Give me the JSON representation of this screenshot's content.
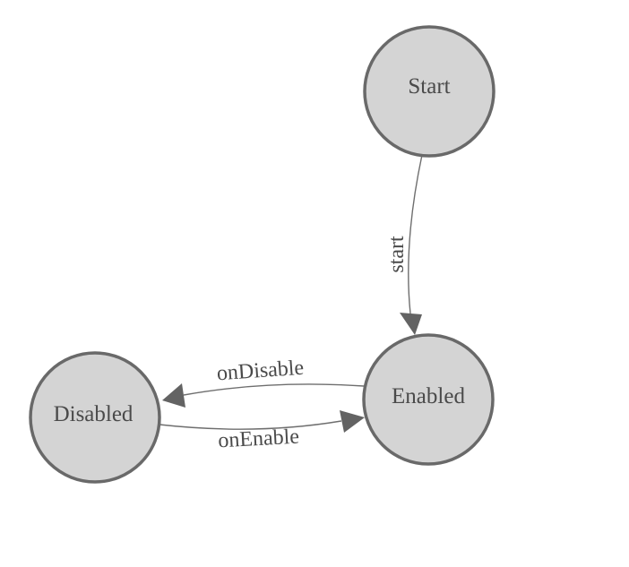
{
  "diagram": {
    "type": "state-machine",
    "background": "#ffffff",
    "colors": {
      "node_fill": "#d4d4d4",
      "node_stroke": "#696969",
      "edge_stroke": "#6e6e6e",
      "arrow_fill": "#636363",
      "label_text": "#4a4a4a"
    },
    "nodes": [
      {
        "id": "Start",
        "label": "Start"
      },
      {
        "id": "Enabled",
        "label": "Enabled"
      },
      {
        "id": "Disabled",
        "label": "Disabled"
      }
    ],
    "edges": [
      {
        "from": "Start",
        "to": "Enabled",
        "label": "start"
      },
      {
        "from": "Enabled",
        "to": "Disabled",
        "label": "onDisable"
      },
      {
        "from": "Disabled",
        "to": "Enabled",
        "label": "onEnable"
      }
    ]
  }
}
